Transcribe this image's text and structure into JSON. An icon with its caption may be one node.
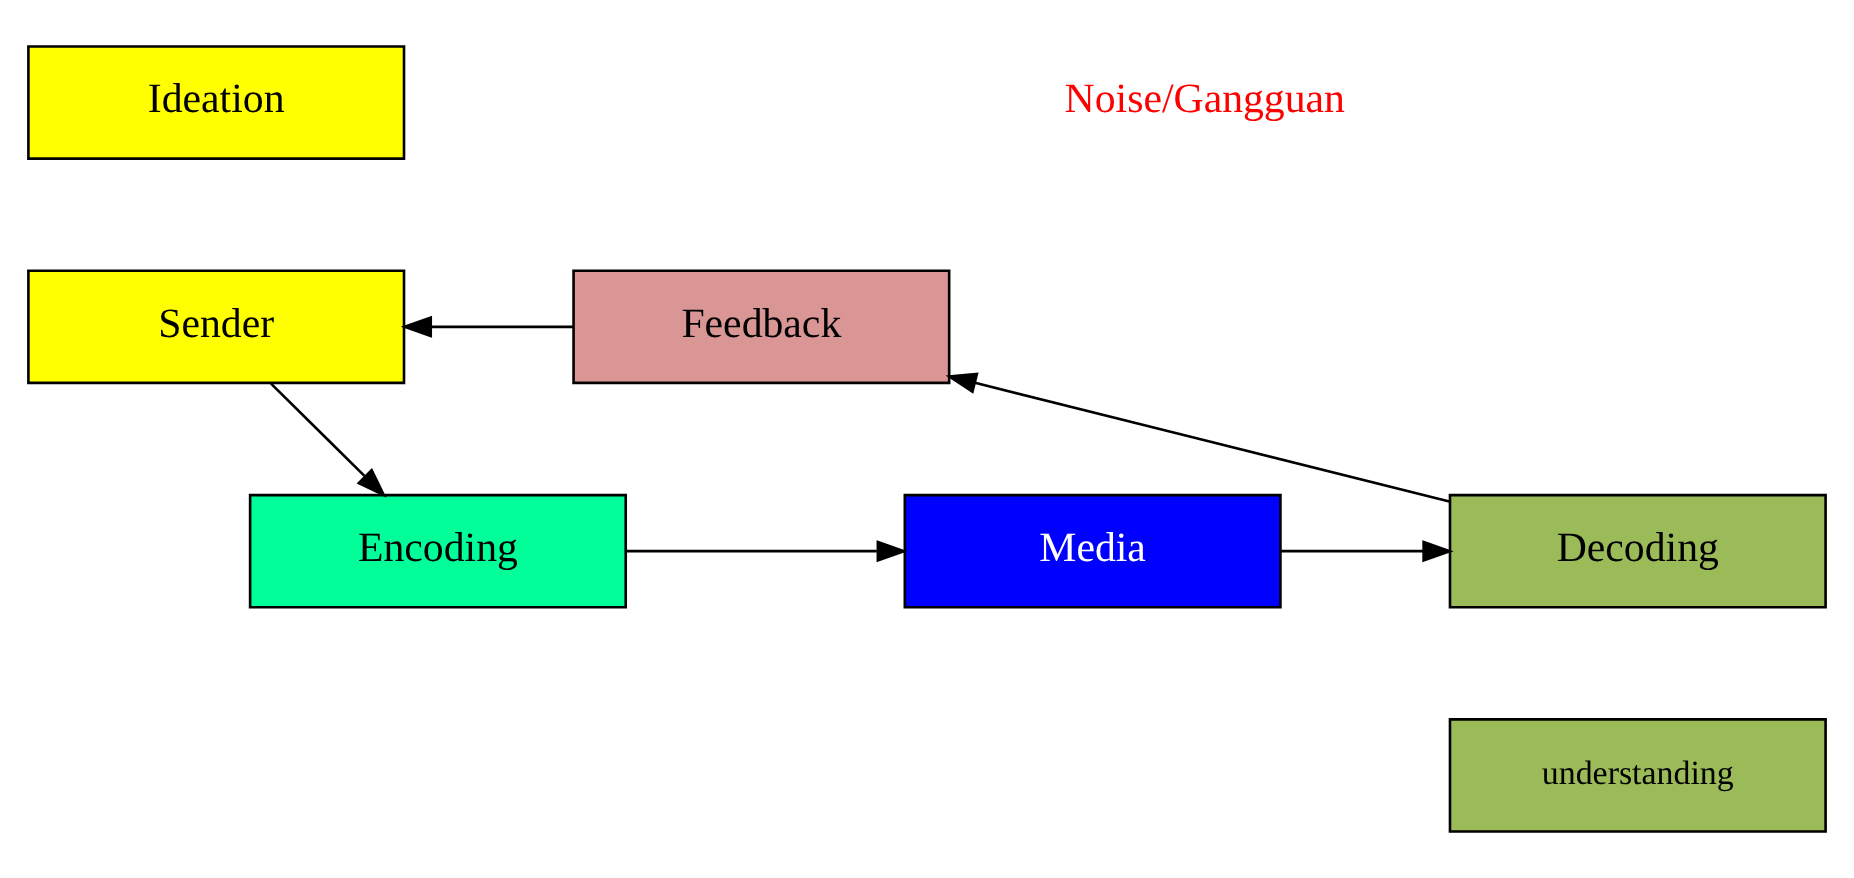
{
  "diagram": {
    "nodes": [
      {
        "text": [
          "Ideation"
        ]
      },
      {
        "text": [
          "Sender"
        ]
      },
      {
        "text": [
          "Feedback"
        ]
      },
      {
        "text": [
          "Encoding"
        ]
      },
      {
        "text": [
          "Media"
        ]
      },
      {
        "text": [
          "Decoding"
        ]
      },
      {
        "text": [
          "understanding"
        ]
      }
    ],
    "edges": [
      {
        "from": 2,
        "to": 1,
        "arrow": "to"
      },
      {
        "from": 1,
        "to": 3,
        "arrow": "to"
      },
      {
        "from": 3,
        "to": 4,
        "arrow": "to"
      },
      {
        "from": 4,
        "to": 5,
        "arrow": "to"
      },
      {
        "from": 5,
        "to": 2,
        "arrow": "to"
      }
    ],
    "labels": [
      "Noise/Gangguan"
    ]
  }
}
